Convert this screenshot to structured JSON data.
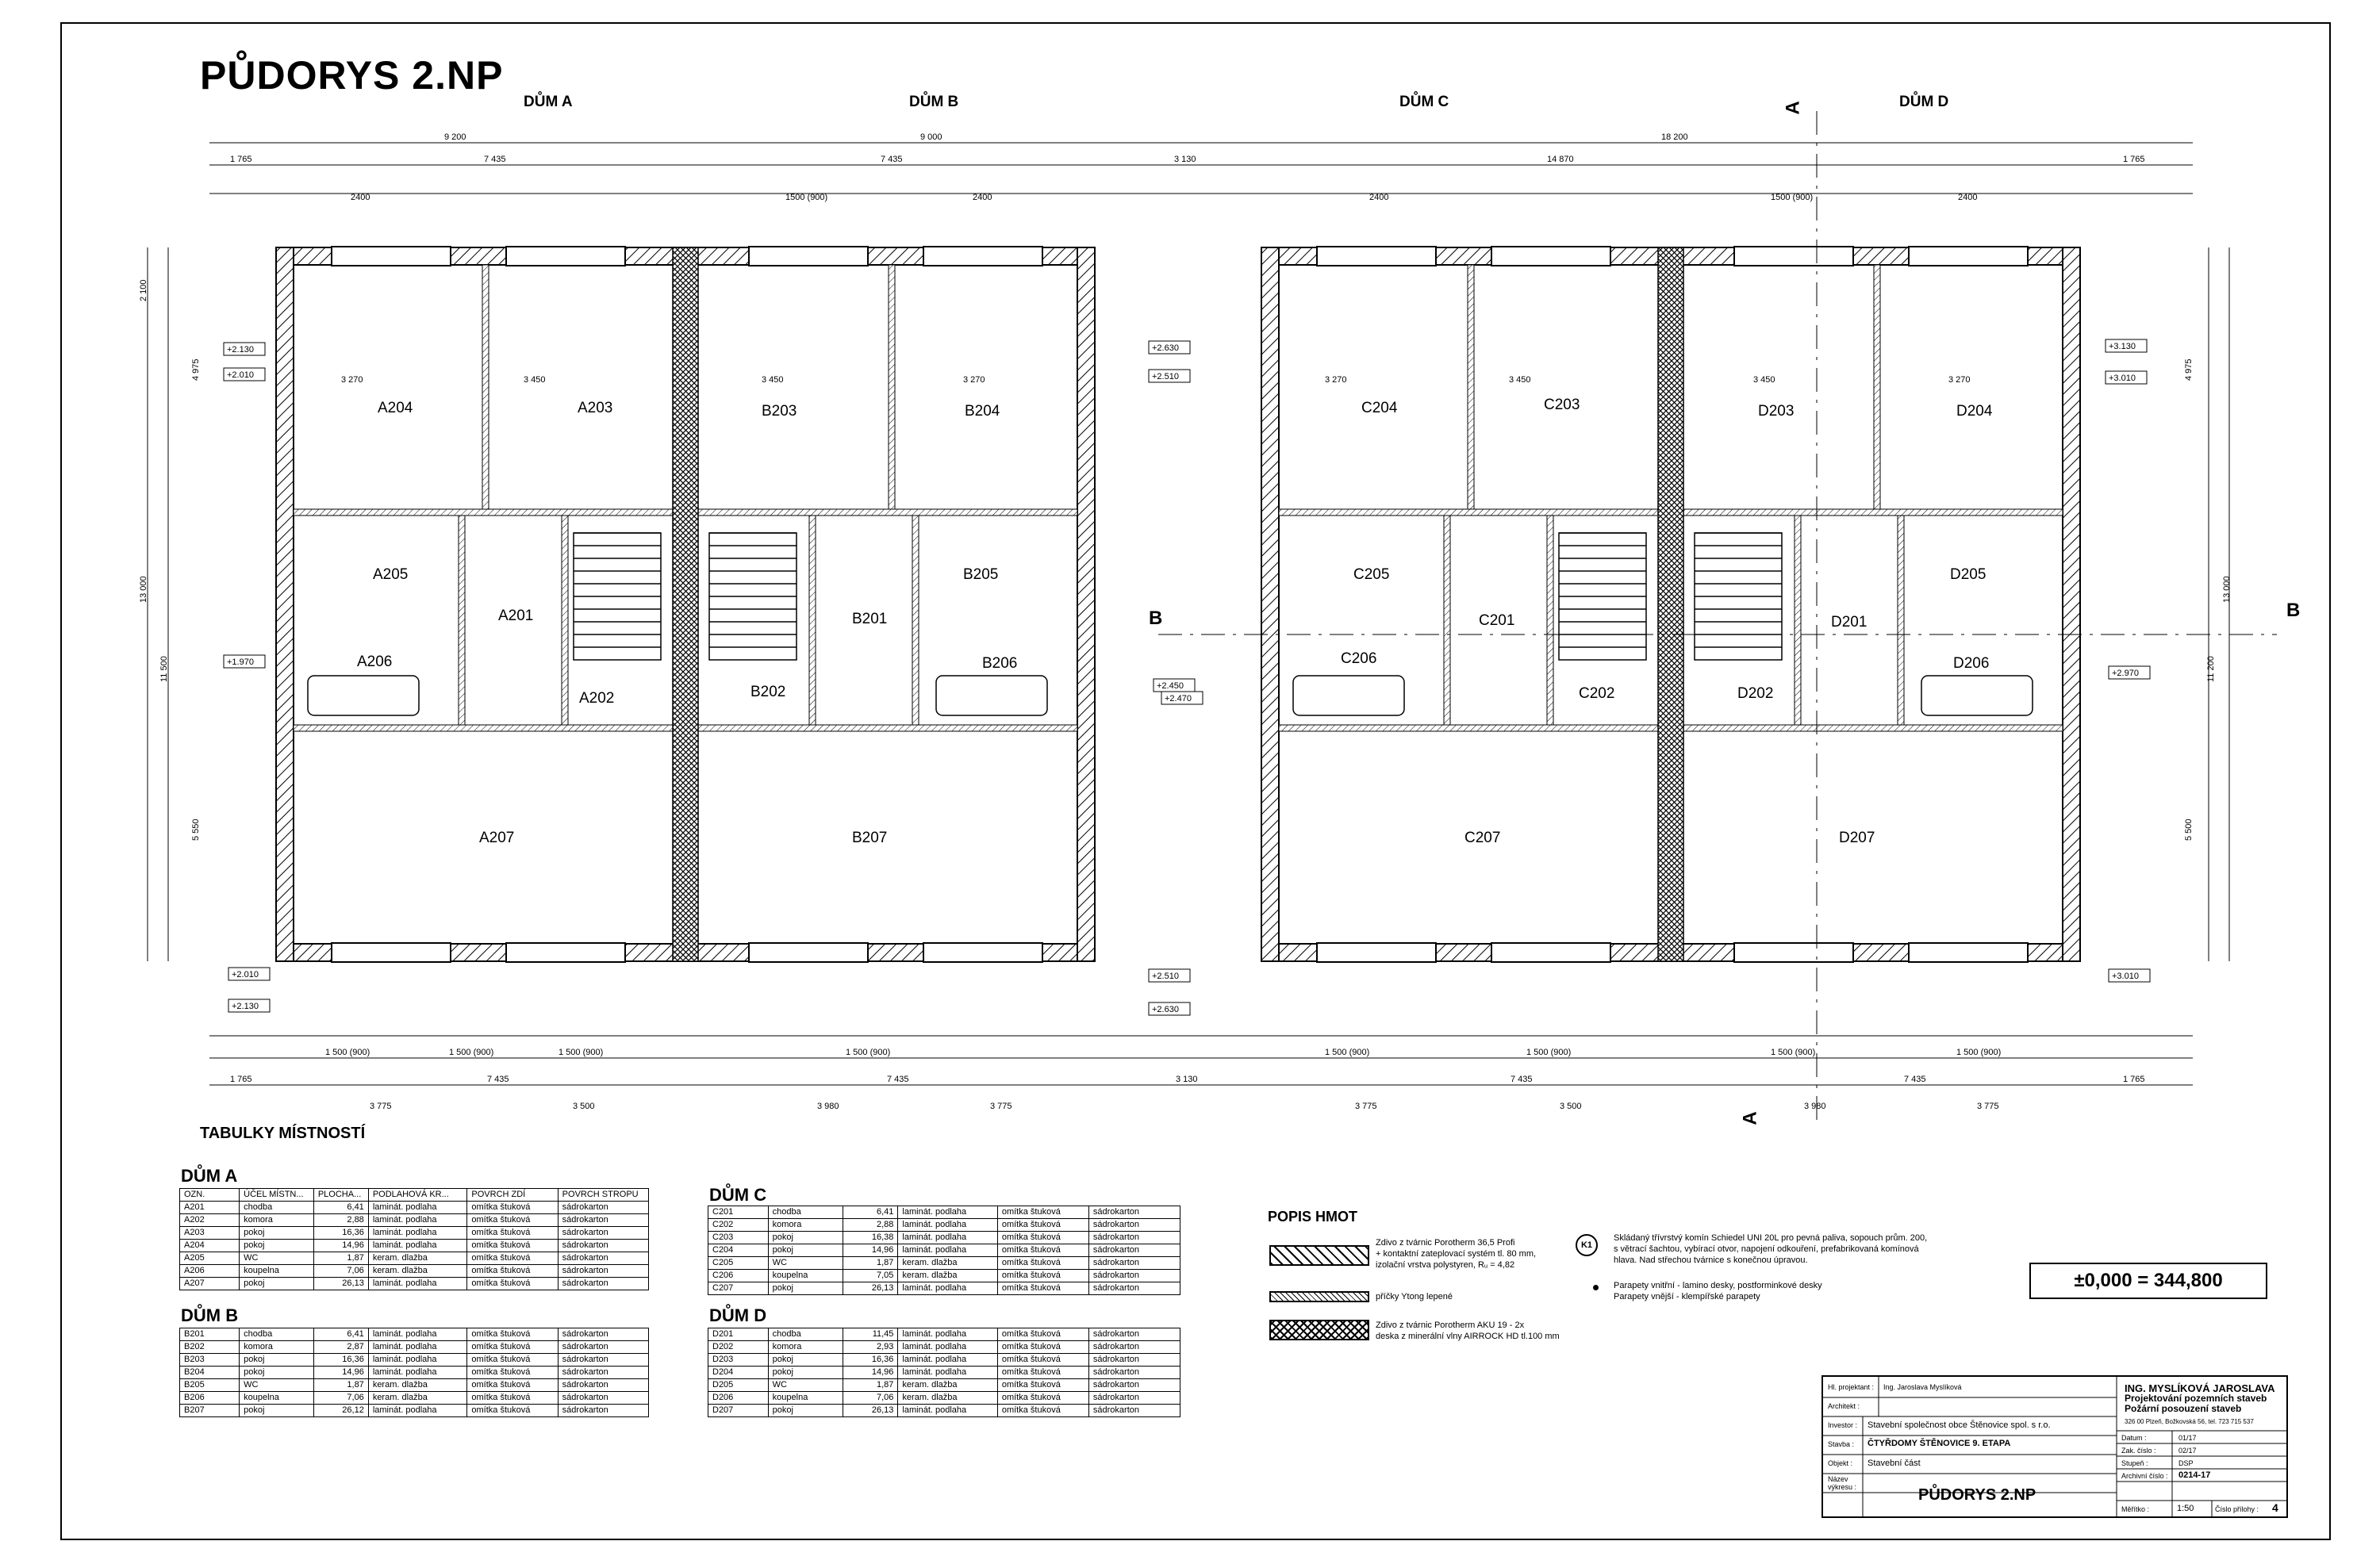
{
  "sheet": {
    "title": "PŮDORYS 2.NP",
    "houses": [
      "DŮM A",
      "DŮM B",
      "DŮM C",
      "DŮM D"
    ],
    "section_marks": [
      "A",
      "A",
      "B",
      "B"
    ]
  },
  "rooms": {
    "A204": "A204",
    "A203": "A203",
    "B203": "B203",
    "B204": "B204",
    "C204": "C204",
    "C203": "C203",
    "D203": "D203",
    "D204": "D204",
    "A205": "A205",
    "A201": "A201",
    "A206": "A206",
    "A202": "A202",
    "B205": "B205",
    "B201": "B201",
    "B206": "B206",
    "B202": "B202",
    "C205": "C205",
    "C201": "C201",
    "C206": "C206",
    "C202": "C202",
    "D205": "D205",
    "D201": "D201",
    "D206": "D206",
    "D202": "D202",
    "A207": "A207",
    "B207": "B207",
    "C207": "C207",
    "D207": "D207"
  },
  "dimensions": {
    "top_overall_left": "9 200",
    "top_overall_mid": "9 000",
    "top_overall_right": "18 200",
    "top_row2": [
      "1 765",
      "7 435",
      "7 435",
      "3 130",
      "14 870",
      "1 765"
    ],
    "window_widths": [
      "2400",
      "1500 (900)",
      "2400",
      "2400",
      "1500 (900)",
      "2400"
    ],
    "room_widths": [
      "3 270",
      "3 450",
      "3 450",
      "3 270",
      "3 270",
      "3 450",
      "3 450",
      "3 270"
    ],
    "bottom_row1": [
      "1 500 (900)",
      "1 500 (900)",
      "1 500 (900)",
      "1 500 (900)",
      "1 500 (900)",
      "1 500 (900)",
      "1 500 (900)",
      "1 500 (900)"
    ],
    "bottom_row2": [
      "1 765",
      "7 435",
      "7 435",
      "3 130",
      "7 435",
      "7 435",
      "1 765"
    ],
    "bottom_row3": [
      "3 775",
      "3 500",
      "3 980",
      "3 775",
      "3 775",
      "3 500",
      "3 980",
      "3 775"
    ],
    "side_left": [
      "2 100",
      "4 975",
      "11 500",
      "13 000",
      "5 550"
    ],
    "side_right": [
      "4 975",
      "13 000",
      "11 200",
      "5 500"
    ],
    "levels": [
      "+2.130",
      "+2.010",
      "+2.630",
      "+2.510",
      "+1.970",
      "+2.470",
      "+2.450",
      "+2.510",
      "+2.630",
      "+2.010",
      "+2.130",
      "+3.130",
      "+3.010",
      "+2.970",
      "+3.010"
    ]
  },
  "rooms_tables": {
    "heading": "TABULKY MÍSTNOSTÍ",
    "header": [
      "OZN.",
      "ÚČEL MÍSTN...",
      "PLOCHA...",
      "PODLAHOVÁ KR...",
      "POVRCH ZDÍ",
      "POVRCH STROPU"
    ],
    "A": {
      "title": "DŮM A",
      "rows": [
        [
          "A201",
          "chodba",
          "6,41",
          "laminát. podlaha",
          "omítka štuková",
          "sádrokarton"
        ],
        [
          "A202",
          "komora",
          "2,88",
          "laminát. podlaha",
          "omítka štuková",
          "sádrokarton"
        ],
        [
          "A203",
          "pokoj",
          "16,36",
          "laminát. podlaha",
          "omítka štuková",
          "sádrokarton"
        ],
        [
          "A204",
          "pokoj",
          "14,96",
          "laminát. podlaha",
          "omítka štuková",
          "sádrokarton"
        ],
        [
          "A205",
          "WC",
          "1,87",
          "keram. dlažba",
          "omítka štuková",
          "sádrokarton"
        ],
        [
          "A206",
          "koupelna",
          "7,06",
          "keram. dlažba",
          "omítka štuková",
          "sádrokarton"
        ],
        [
          "A207",
          "pokoj",
          "26,13",
          "laminát. podlaha",
          "omítka štuková",
          "sádrokarton"
        ]
      ]
    },
    "B": {
      "title": "DŮM B",
      "rows": [
        [
          "B201",
          "chodba",
          "6,41",
          "laminát. podlaha",
          "omítka štuková",
          "sádrokarton"
        ],
        [
          "B202",
          "komora",
          "2,87",
          "laminát. podlaha",
          "omítka štuková",
          "sádrokarton"
        ],
        [
          "B203",
          "pokoj",
          "16,36",
          "laminát. podlaha",
          "omítka štuková",
          "sádrokarton"
        ],
        [
          "B204",
          "pokoj",
          "14,96",
          "laminát. podlaha",
          "omítka štuková",
          "sádrokarton"
        ],
        [
          "B205",
          "WC",
          "1,87",
          "keram. dlažba",
          "omítka štuková",
          "sádrokarton"
        ],
        [
          "B206",
          "koupelna",
          "7,06",
          "keram. dlažba",
          "omítka štuková",
          "sádrokarton"
        ],
        [
          "B207",
          "pokoj",
          "26,12",
          "laminát. podlaha",
          "omítka štuková",
          "sádrokarton"
        ]
      ]
    },
    "C": {
      "title": "DŮM C",
      "rows": [
        [
          "C201",
          "chodba",
          "6,41",
          "laminát. podlaha",
          "omítka štuková",
          "sádrokarton"
        ],
        [
          "C202",
          "komora",
          "2,88",
          "laminát. podlaha",
          "omítka štuková",
          "sádrokarton"
        ],
        [
          "C203",
          "pokoj",
          "16,38",
          "laminát. podlaha",
          "omítka štuková",
          "sádrokarton"
        ],
        [
          "C204",
          "pokoj",
          "14,96",
          "laminát. podlaha",
          "omítka štuková",
          "sádrokarton"
        ],
        [
          "C205",
          "WC",
          "1,87",
          "keram. dlažba",
          "omítka štuková",
          "sádrokarton"
        ],
        [
          "C206",
          "koupelna",
          "7,05",
          "keram. dlažba",
          "omítka štuková",
          "sádrokarton"
        ],
        [
          "C207",
          "pokoj",
          "26,13",
          "laminát. podlaha",
          "omítka štuková",
          "sádrokarton"
        ]
      ]
    },
    "D": {
      "title": "DŮM D",
      "rows": [
        [
          "D201",
          "chodba",
          "11,45",
          "laminát. podlaha",
          "omítka štuková",
          "sádrokarton"
        ],
        [
          "D202",
          "komora",
          "2,93",
          "laminát. podlaha",
          "omítka štuková",
          "sádrokarton"
        ],
        [
          "D203",
          "pokoj",
          "16,36",
          "laminát. podlaha",
          "omítka štuková",
          "sádrokarton"
        ],
        [
          "D204",
          "pokoj",
          "14,96",
          "laminát. podlaha",
          "omítka štuková",
          "sádrokarton"
        ],
        [
          "D205",
          "WC",
          "1,87",
          "keram. dlažba",
          "omítka štuková",
          "sádrokarton"
        ],
        [
          "D206",
          "koupelna",
          "7,06",
          "keram. dlažba",
          "omítka štuková",
          "sádrokarton"
        ],
        [
          "D207",
          "pokoj",
          "26,13",
          "laminát. podlaha",
          "omítka štuková",
          "sádrokarton"
        ]
      ]
    }
  },
  "legend": {
    "title": "POPIS HMOT",
    "item1": [
      "Zdivo z tvárnic Porotherm 36,5 Profi",
      "+ kontaktní zateplovací systém tl. 80 mm,",
      "izolační vrstva polystyren, Rᵤ = 4,82"
    ],
    "item2": "příčky Ytong lepené",
    "item3": [
      "Zdivo z tvárnic Porotherm AKU 19 - 2x",
      "deska z minerální vlny AIRROCK HD tl.100 mm"
    ],
    "k1_symbol": "K1",
    "k1_text": [
      "Skládaný třívrstvý komín Schiedel UNI 20L pro pevná paliva, sopouch prům. 200,",
      "s větrací šachtou, vybírací otvor, napojení odkouření, prefabrikovaná komínová",
      "hlava. Nad střechou tvárnice s konečnou úpravou."
    ],
    "bullet_text": [
      "Parapety vnitřní - lamino desky, postforminkové desky",
      "Parapety vnější - klempířské parapety"
    ]
  },
  "elevation": "±0,000 = 344,800",
  "stamp": {
    "hl_projektant_label": "Hl. projektant :",
    "hl_projektant": "Ing. Jaroslava Myslíková",
    "architekt_label": "Architekt :",
    "investor_label": "Investor :",
    "investor": "Stavební společnost obce Štěnovice spol. s r.o.",
    "stavba_label": "Stavba :",
    "stavba": "ČTYŘDOMY ŠTĚNOVICE 9. ETAPA",
    "objekt_label": "Objekt :",
    "objekt": "Stavební část",
    "nazev_label": "Název výkresu :",
    "nazev": "PŮDORYS 2.NP",
    "company": [
      "ING. MYSLÍKOVÁ JAROSLAVA",
      "Projektování pozemních staveb",
      "Požární posouzení staveb"
    ],
    "address": "326 00 Plzeň, Božkovská 56, tel. 723 715 537",
    "datum_label": "Datum :",
    "datum": "01/17",
    "zak_label": "Zak. číslo :",
    "zak": "02/17",
    "stupen_label": "Stupeň :",
    "stupen": "DSP",
    "archiv_label": "Archivní číslo :",
    "archiv": "0214-17",
    "meritko_label": "Měřítko :",
    "meritko": "1:50",
    "priloha_label": "Číslo přílohy :",
    "priloha": "4"
  }
}
